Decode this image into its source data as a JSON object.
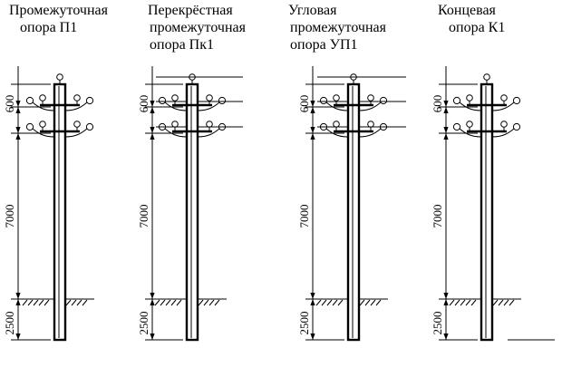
{
  "poles": [
    {
      "title_lines": [
        "Промежуточная",
        "опора П1"
      ],
      "wires": 0
    },
    {
      "title_lines": [
        "Перекрёстная",
        "промежуточная",
        "опора Пк1"
      ],
      "wires": 3
    },
    {
      "title_lines": [
        "Угловая",
        "промежуточная",
        "опора УП1"
      ],
      "wires": 3
    },
    {
      "title_lines": [
        "Концевая",
        "опора К1"
      ],
      "wires": 0
    }
  ],
  "dimensions": {
    "crossarm_spacing": "600",
    "above_ground": "7000",
    "below_ground": "2500"
  }
}
